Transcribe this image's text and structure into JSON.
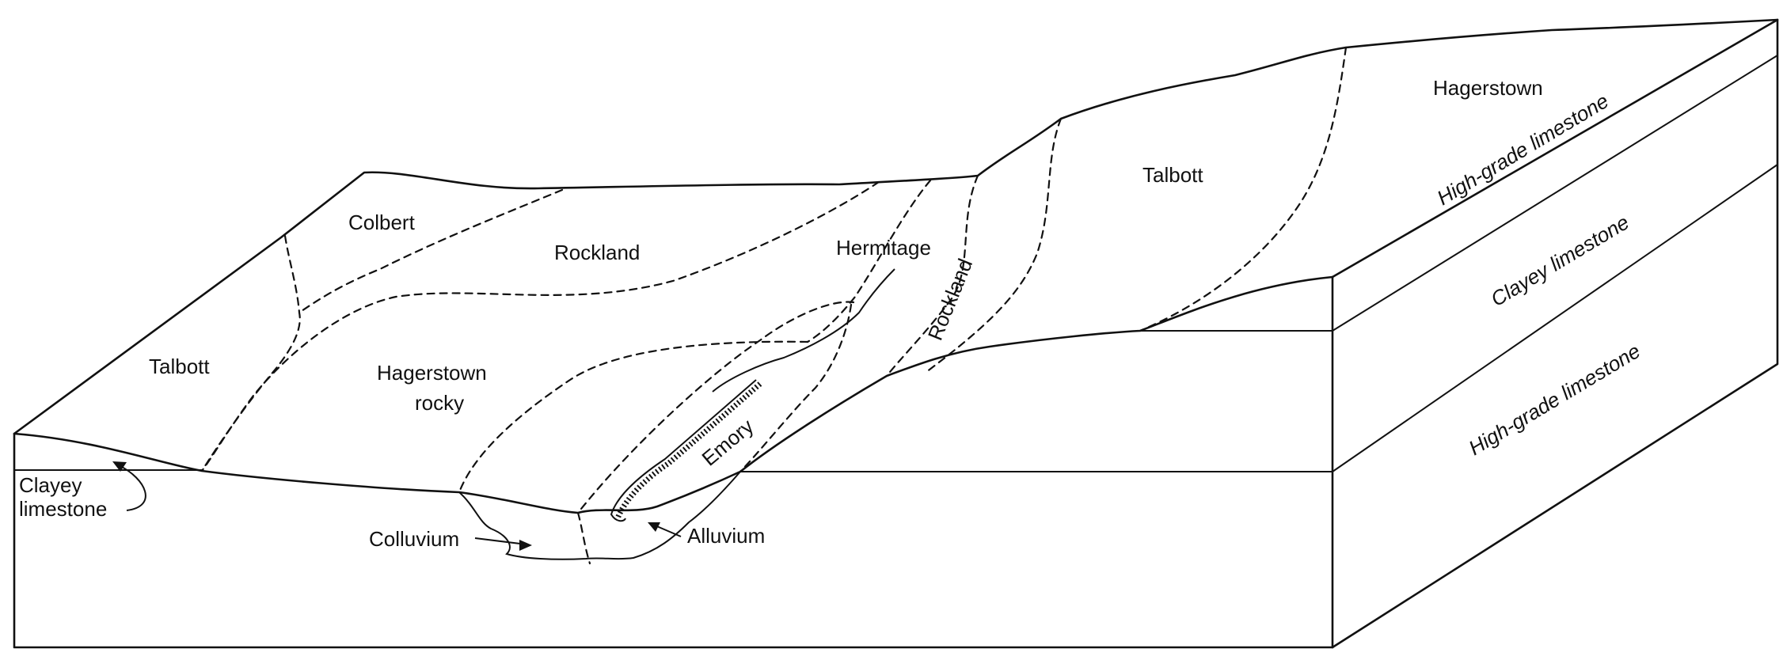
{
  "labels": {
    "colbert": "Colbert",
    "rockland_upper": "Rockland",
    "hermitage": "Hermitage",
    "talbott_upper": "Talbott",
    "hagerstown_upper": "Hagerstown",
    "talbott_left": "Talbott",
    "hagerstown_rocky_1": "Hagerstown",
    "hagerstown_rocky_2": "rocky",
    "rockland_slope": "Rockland",
    "emory": "Emory",
    "clayey_limestone_1": "Clayey",
    "clayey_limestone_2": "limestone",
    "colluvium": "Colluvium",
    "alluvium": "Alluvium"
  },
  "strata": {
    "top": "High-grade limestone",
    "middle": "Clayey limestone",
    "bottom": "High-grade limestone"
  },
  "colors": {
    "line": "#111111",
    "background": "#ffffff"
  }
}
